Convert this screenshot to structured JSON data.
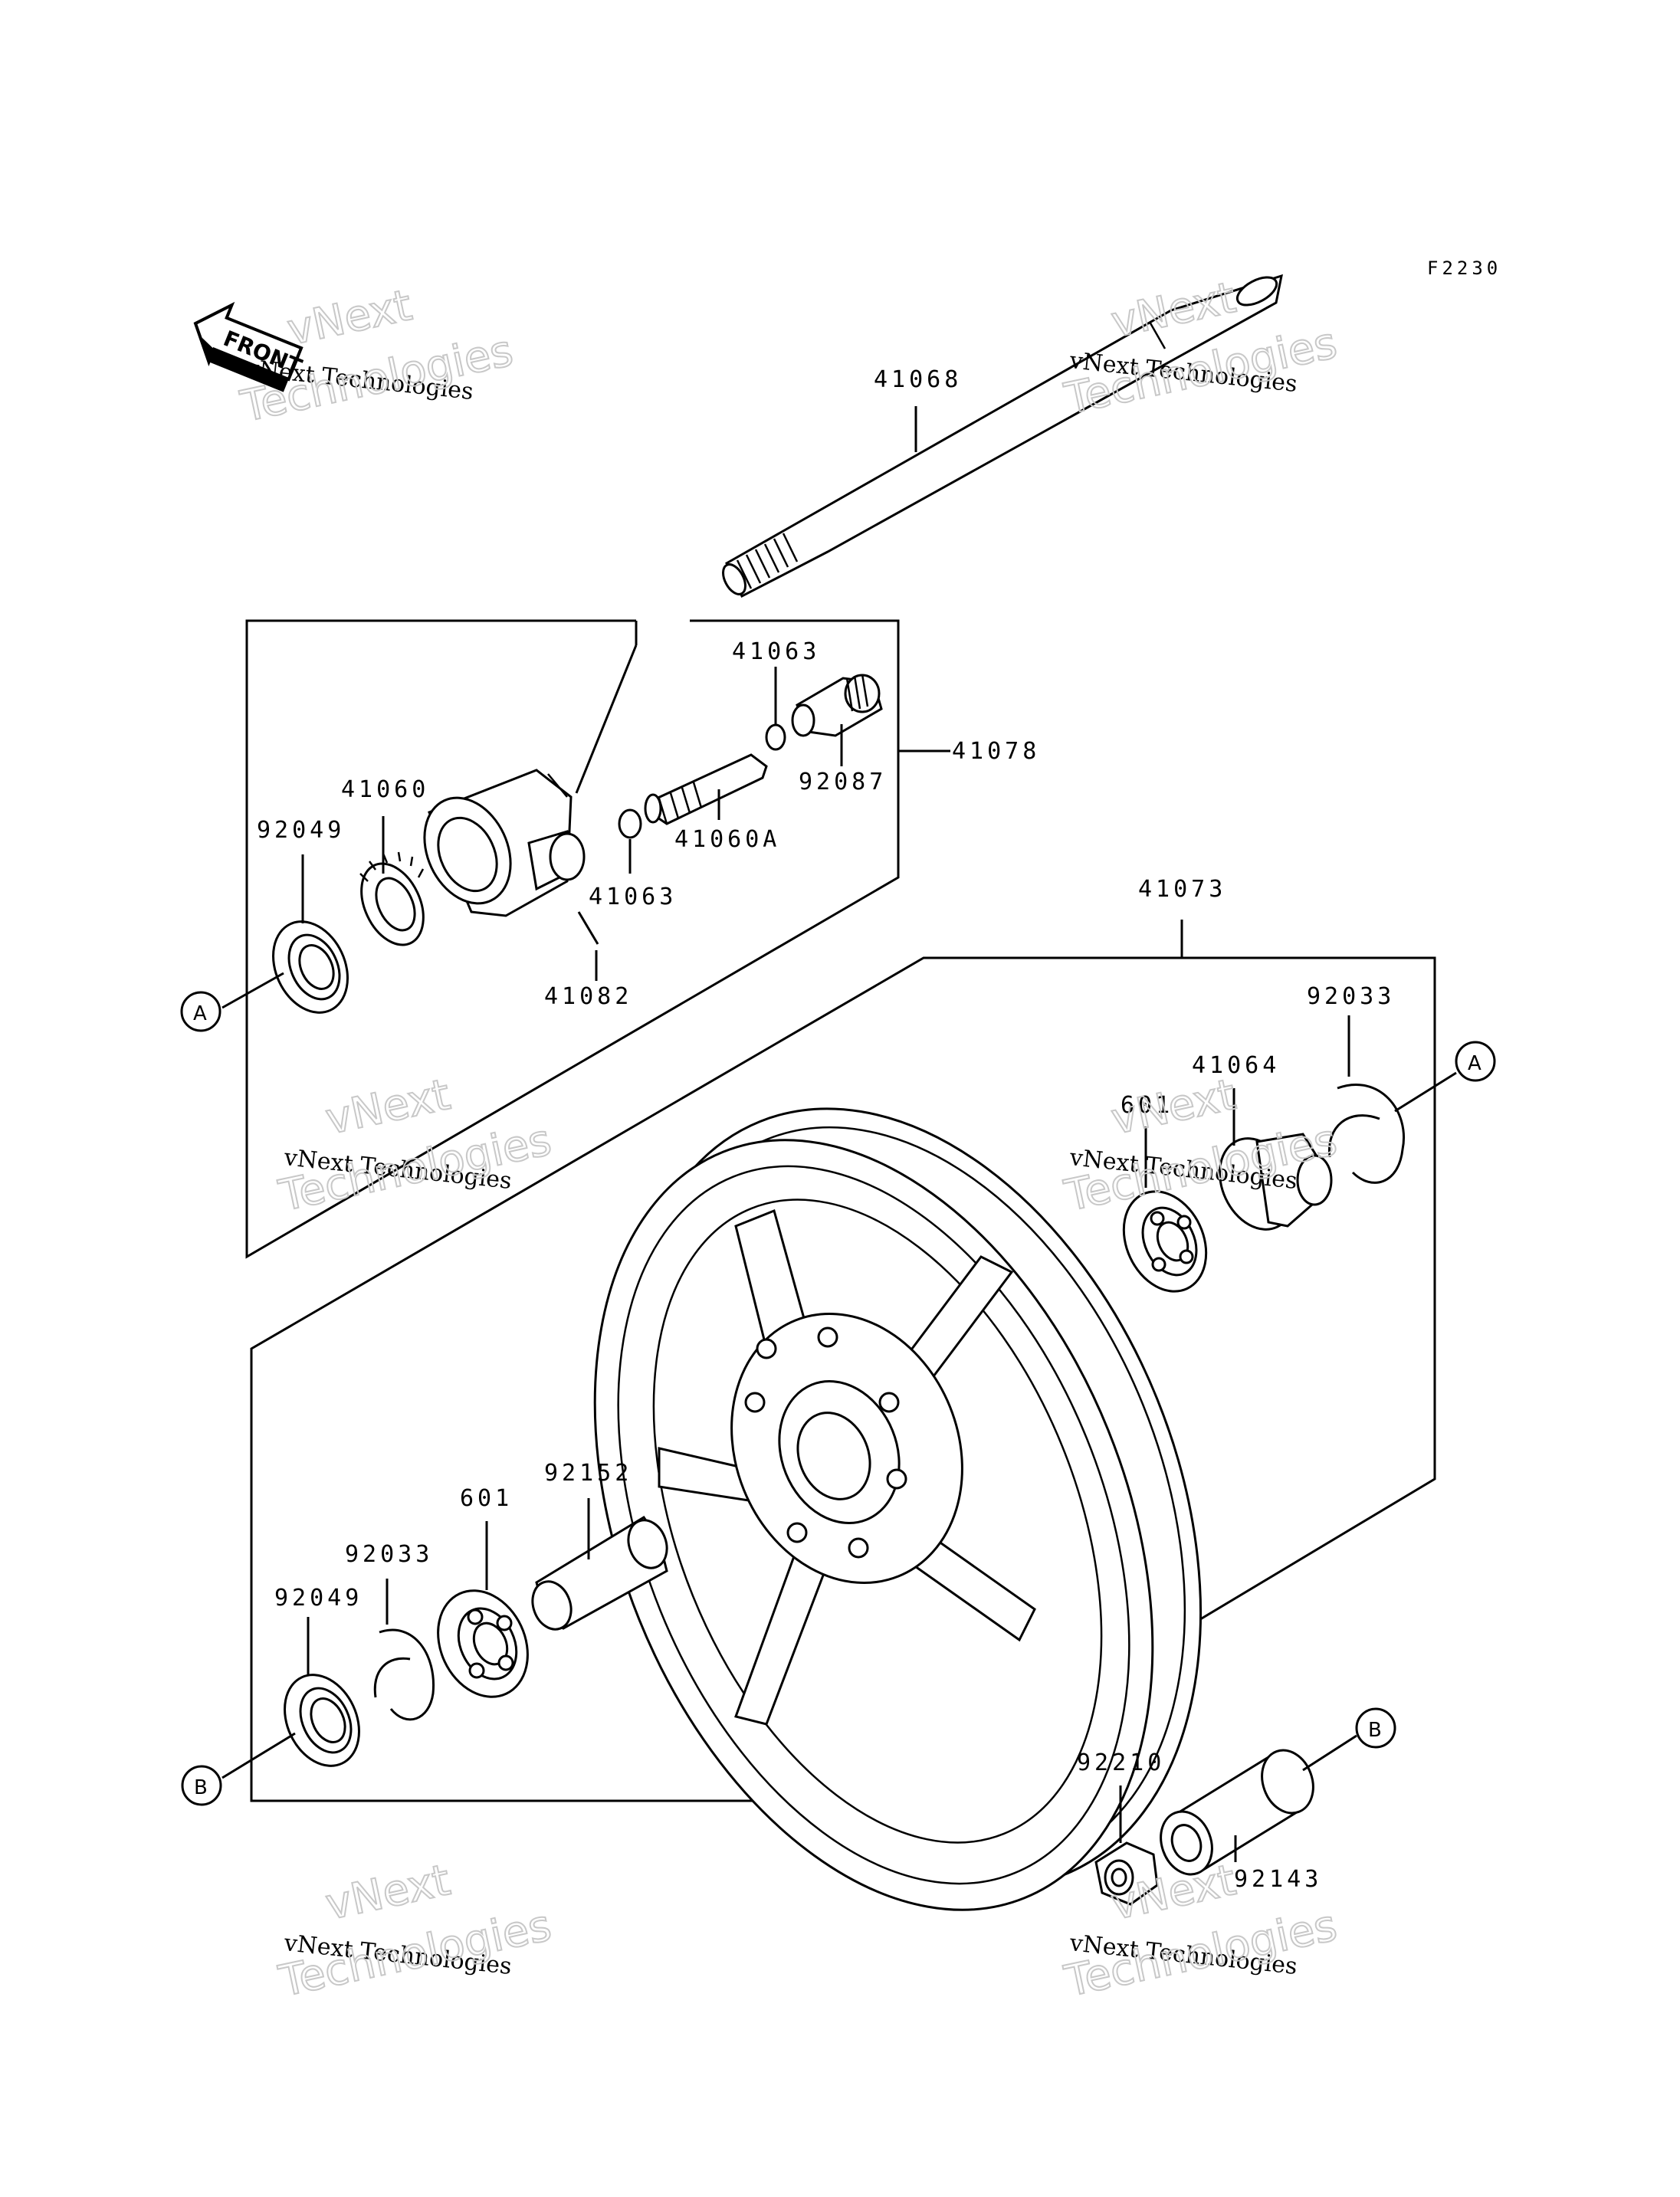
{
  "figure_code": "F2230",
  "front_label": "FRONT",
  "labels": {
    "p41068": "41068",
    "p41063_top": "41063",
    "p41078": "41078",
    "p92087": "92087",
    "p41060": "41060",
    "p92049_top": "92049",
    "p41060A": "41060A",
    "p41063_mid": "41063",
    "p41082": "41082",
    "p41073": "41073",
    "p92033_right": "92033",
    "p41064": "41064",
    "p601_right": "601",
    "p92152": "92152",
    "p601_left": "601",
    "p92033_left": "92033",
    "p92049_bottom": "92049",
    "p92210": "92210",
    "p92143": "92143"
  },
  "callouts": {
    "a_left": "A",
    "a_right": "A",
    "b_left": "B",
    "b_right": "B"
  },
  "watermarks": [
    {
      "line1": "vNext Technologies",
      "line2": "vNext",
      "line3": "Technologies"
    },
    {
      "line1": "vNext Technologies",
      "line2": "vNext",
      "line3": "Technologies"
    },
    {
      "line1": "vNext Technologies",
      "line2": "vNext",
      "line3": "Technologies"
    },
    {
      "line1": "vNext Technologies",
      "line2": "vNext",
      "line3": "Technologies"
    },
    {
      "line1": "vNext Technologies",
      "line2": "vNext",
      "line3": "Technologies"
    },
    {
      "line1": "vNext Technologies",
      "line2": "vNext",
      "line3": "Technologies"
    }
  ]
}
